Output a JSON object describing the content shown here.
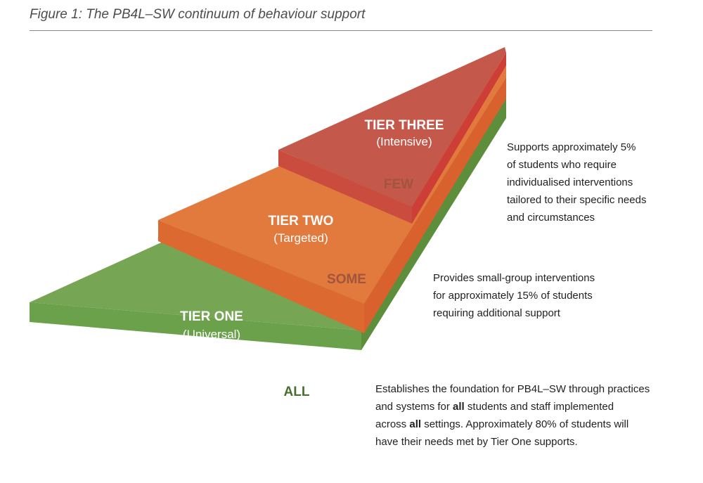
{
  "figure_title": "Figure 1: The PB4L–SW continuum of behaviour support",
  "colors": {
    "tier_one_top": "#76a654",
    "tier_one_side": "#5c8e3c",
    "tier_two_top": "#e2793d",
    "tier_two_side": "#d9612d",
    "tier_three_top": "#c4584b",
    "tier_three_side": "#cc3e36",
    "label_light": "#ffffff",
    "proportion_label": "#a0553c"
  },
  "tiers": [
    {
      "name": "TIER ONE",
      "subtitle": "(Universal)",
      "proportion": "ALL",
      "description": {
        "line1": "Establishes the foundation for PB4L–SW through practices",
        "line2_a": "and systems for ",
        "line2_b": "all",
        "line2_c": " students and staff implemented",
        "line3_a": "across ",
        "line3_b": "all",
        "line3_c": " settings. Approximately  80% of students will",
        "line4": "have their needs met by Tier One supports."
      }
    },
    {
      "name": "TIER TWO",
      "subtitle": "(Targeted)",
      "proportion": "SOME",
      "description": {
        "line1": "Provides small-group interventions",
        "line2": "for approximately 15% of students",
        "line3": "requiring additional support"
      }
    },
    {
      "name": "TIER THREE",
      "subtitle": "(Intensive)",
      "proportion": "FEW",
      "description": {
        "line1": "Supports approximately 5%",
        "line2": "of students who require",
        "line3": "individualised interventions",
        "line4": "tailored to their specific needs",
        "line5": "and circumstances"
      }
    }
  ]
}
